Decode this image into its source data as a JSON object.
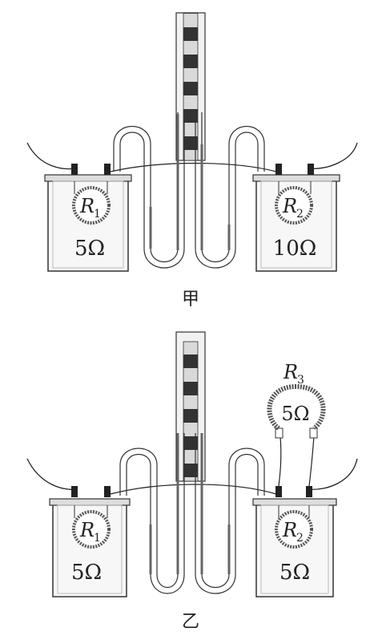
{
  "diagrams": [
    {
      "caption": "甲",
      "left_resistor": {
        "name": "R",
        "sub": "1",
        "value": "5Ω"
      },
      "right_resistor": {
        "name": "R",
        "sub": "2",
        "value": "10Ω"
      }
    },
    {
      "caption": "乙",
      "left_resistor": {
        "name": "R",
        "sub": "1",
        "value": "5Ω"
      },
      "right_resistor": {
        "name": "R",
        "sub": "2",
        "value": "5Ω"
      },
      "external_resistor": {
        "name": "R",
        "sub": "3",
        "value": "5Ω"
      }
    }
  ]
}
